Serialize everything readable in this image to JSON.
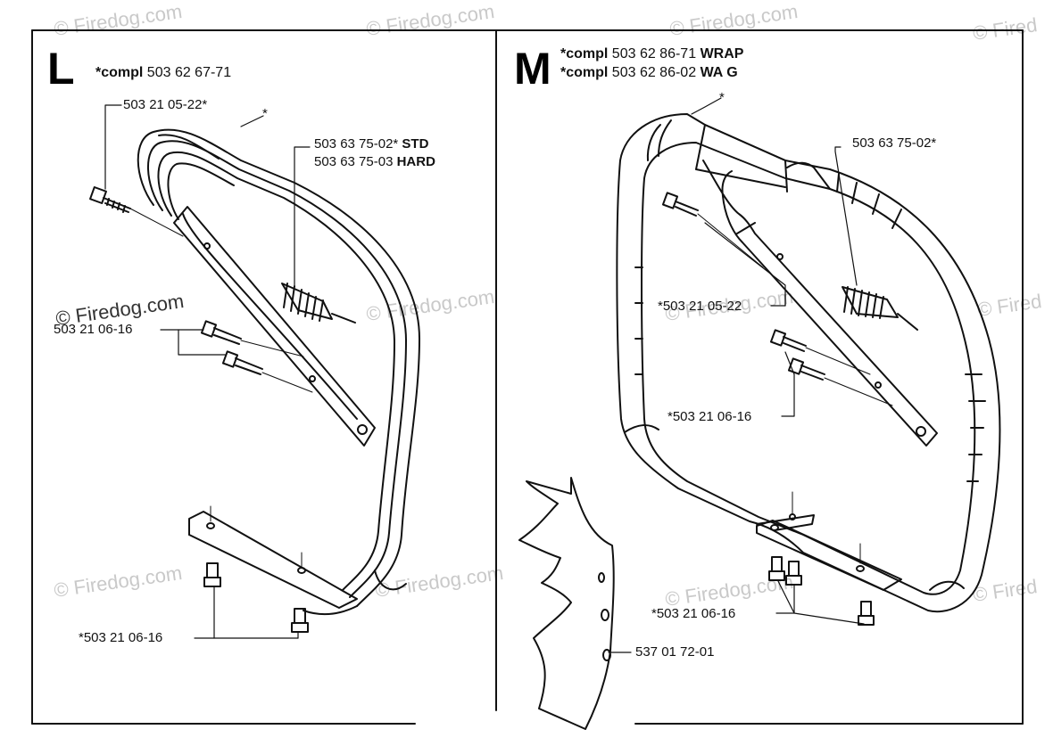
{
  "panels": {
    "left": {
      "letter": "L",
      "header": [
        {
          "prefix": "*compl",
          "number": "503 62 67-71",
          "suffix": ""
        }
      ],
      "callouts": {
        "bolt_top": "503 21 05-22*",
        "star": "*",
        "spring_std": {
          "number": "503 63 75-02*",
          "suffix": "STD"
        },
        "spring_hard": {
          "number": "503 63 75-03",
          "suffix": "HARD"
        },
        "screws_mid": "503 21 06-16",
        "screws_bottom": "*503 21 06-16"
      }
    },
    "right": {
      "letter": "M",
      "header": [
        {
          "prefix": "*compl",
          "number": "503 62 86-71",
          "suffix": "WRAP"
        },
        {
          "prefix": "*compl",
          "number": "503 62 86-02",
          "suffix": "WA G"
        }
      ],
      "callouts": {
        "star": "*",
        "spring": "503 63 75-02*",
        "bolt": "*503 21 05-22",
        "screws_mid": "*503 21 06-16",
        "screws_bottom": "*503 21 06-16",
        "guard": "537 01 72-01"
      }
    }
  },
  "watermark": {
    "text": "© Firedog.com",
    "partial": [
      "© Firedog.com",
      "© Firedog.com",
      "© Fired",
      "© Fired"
    ]
  },
  "colors": {
    "line": "#111111",
    "watermark": "#c9c9c9"
  }
}
